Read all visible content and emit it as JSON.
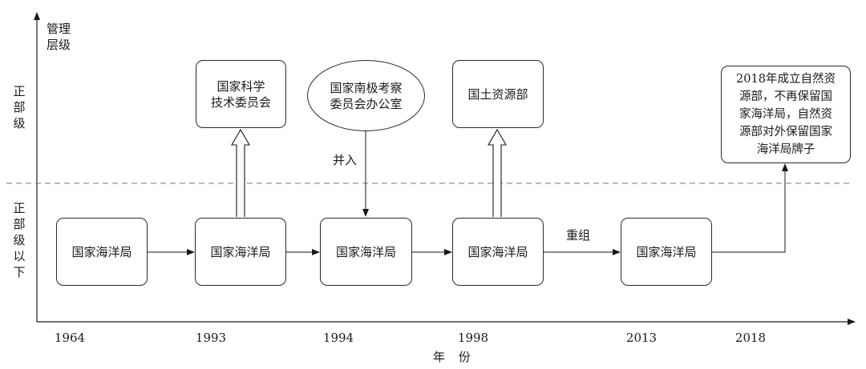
{
  "axis": {
    "y_title": "管理\n层级",
    "x_title": "年 份",
    "upper_level": "正\n部\n级",
    "lower_level": "正\n部\n级\n以\n下"
  },
  "years": [
    "1964",
    "1993",
    "1994",
    "1998",
    "2013",
    "2018"
  ],
  "lower_boxes": [
    "国家海洋局",
    "国家海洋局",
    "国家海洋局",
    "国家海洋局",
    "国家海洋局"
  ],
  "upper_boxes": {
    "sci_committee": "国家科学\n技术委员会",
    "antarctic_office": "国家南极考察\n委员会办公室",
    "land_ministry": "国土资源部",
    "note_2018": "2018年成立自然资\n源部，不再保留国\n家海洋局，自然资\n源部对外保留国家\n海洋局牌子"
  },
  "arrow_labels": {
    "merge": "并入",
    "reorganize": "重组"
  }
}
